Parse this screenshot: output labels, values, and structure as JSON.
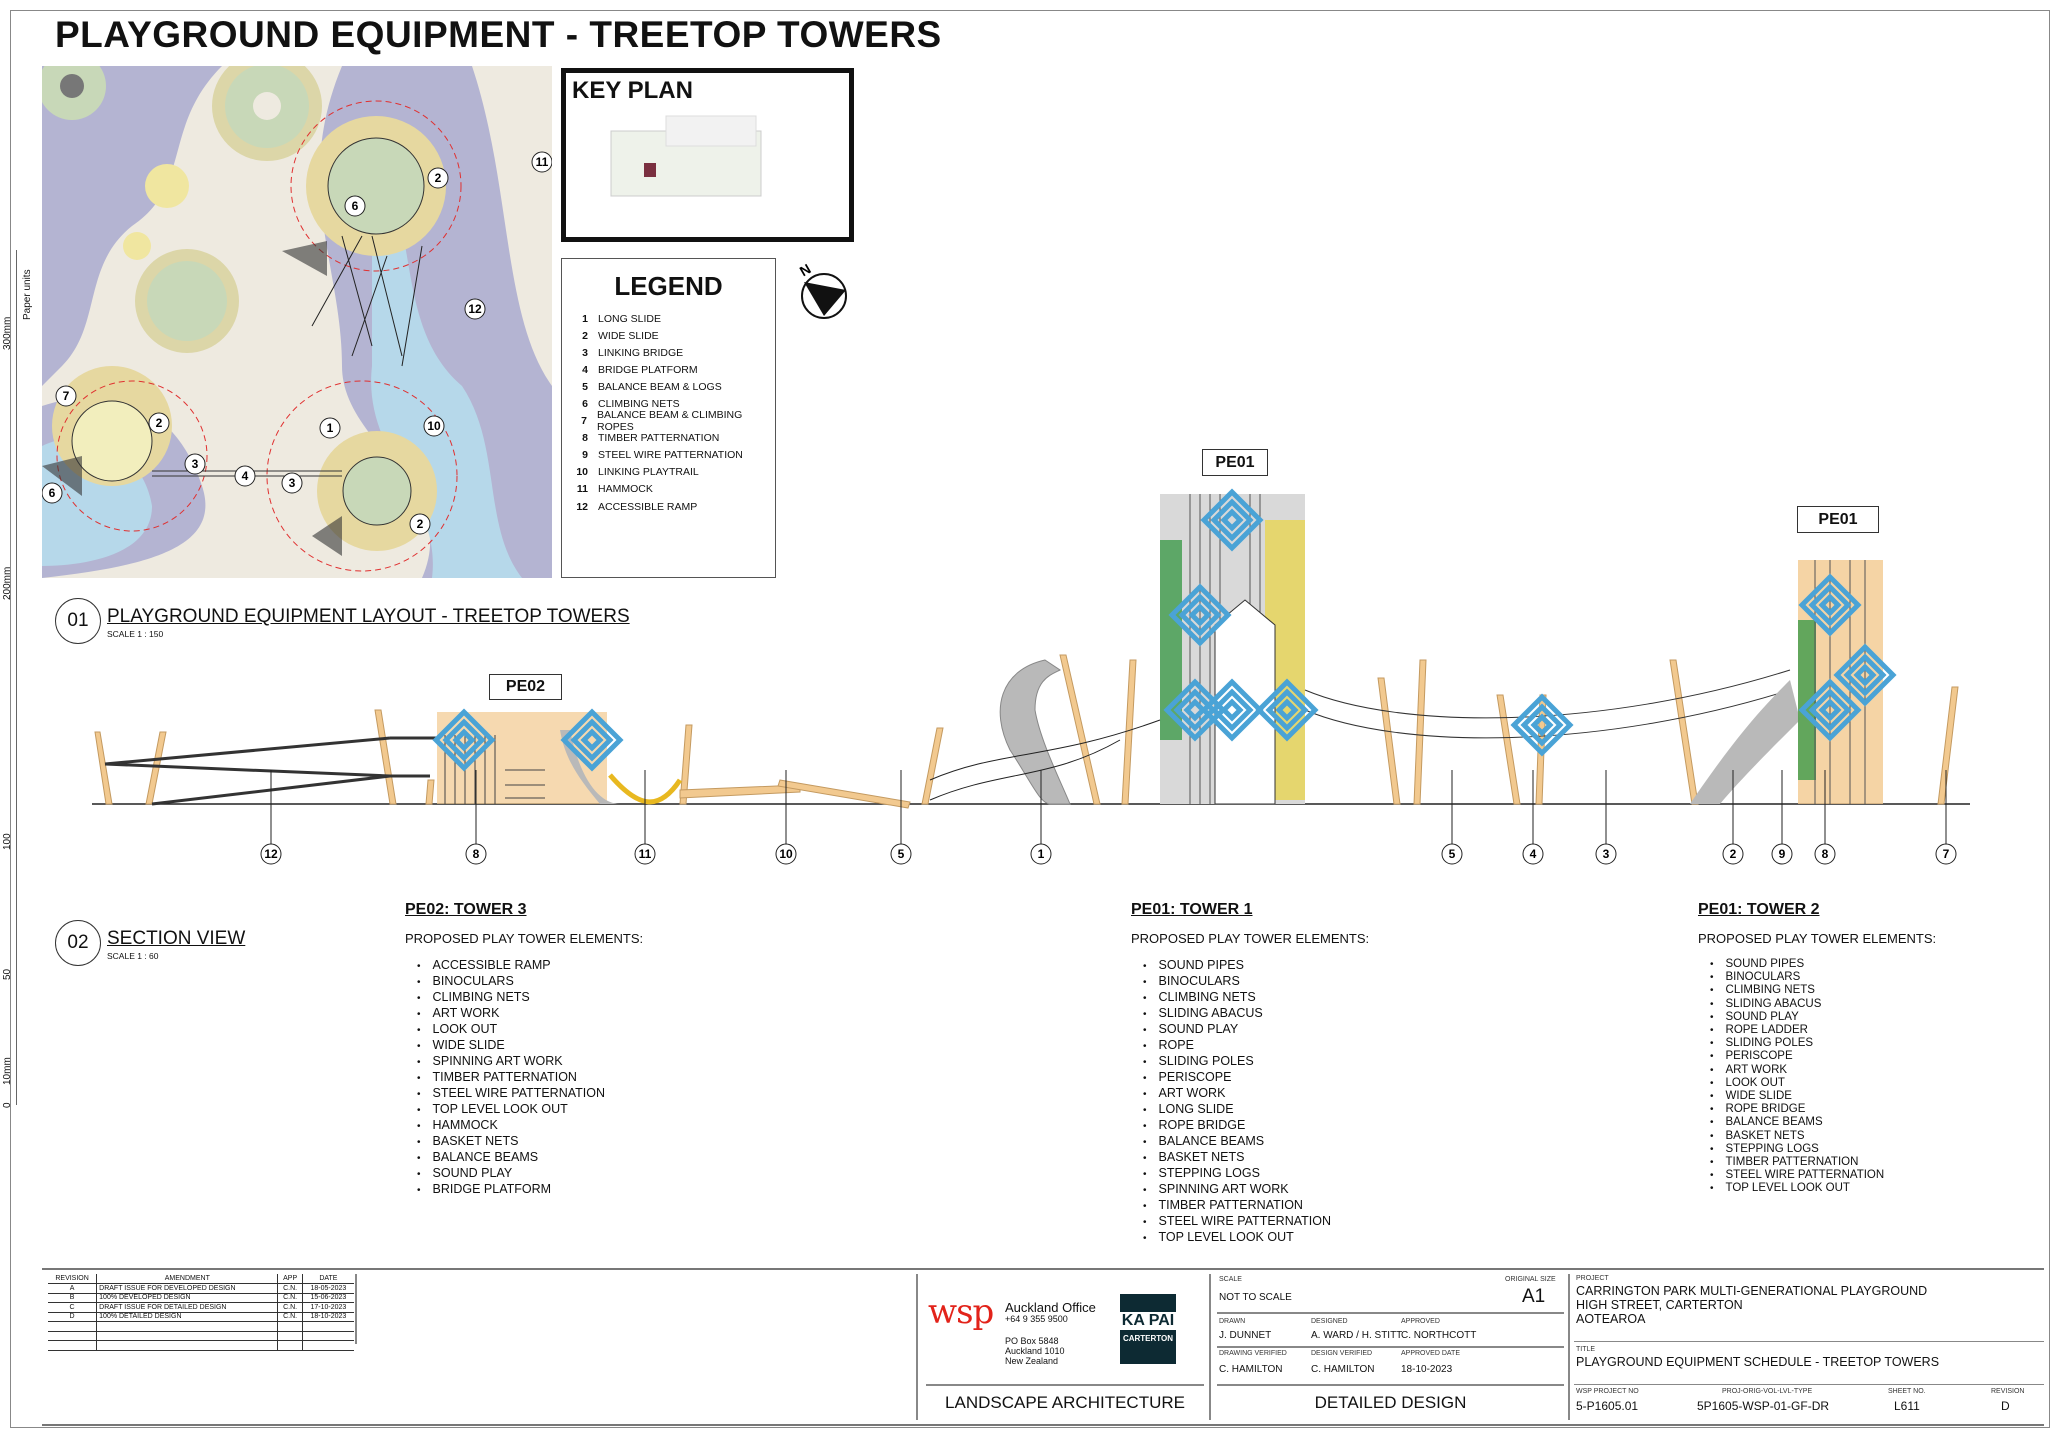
{
  "title": "PLAYGROUND EQUIPMENT - TREETOP TOWERS",
  "key_plan": {
    "label": "KEY PLAN"
  },
  "north": {
    "label": "N"
  },
  "legend": {
    "title": "LEGEND",
    "items": [
      {
        "n": "1",
        "label": "LONG SLIDE"
      },
      {
        "n": "2",
        "label": "WIDE SLIDE"
      },
      {
        "n": "3",
        "label": "LINKING BRIDGE"
      },
      {
        "n": "4",
        "label": "BRIDGE PLATFORM"
      },
      {
        "n": "5",
        "label": "BALANCE BEAM & LOGS"
      },
      {
        "n": "6",
        "label": "CLIMBING NETS"
      },
      {
        "n": "7",
        "label": "BALANCE BEAM & CLIMBING ROPES"
      },
      {
        "n": "8",
        "label": "TIMBER PATTERNATION"
      },
      {
        "n": "9",
        "label": "STEEL WIRE PATTERNATION"
      },
      {
        "n": "10",
        "label": "LINKING PLAYTRAIL"
      },
      {
        "n": "11",
        "label": "HAMMOCK"
      },
      {
        "n": "12",
        "label": "ACCESSIBLE RAMP"
      }
    ]
  },
  "plan_callouts": [
    "2",
    "11",
    "6",
    "12",
    "7",
    "2",
    "1",
    "10",
    "3",
    "4",
    "3",
    "6",
    "2"
  ],
  "section01": {
    "num": "01",
    "title": "PLAYGROUND EQUIPMENT LAYOUT - TREETOP TOWERS",
    "scale": "SCALE 1 : 150"
  },
  "section02": {
    "num": "02",
    "title": "SECTION VIEW",
    "scale": "SCALE 1 : 60"
  },
  "tags": {
    "pe02": "PE02",
    "pe01a": "PE01",
    "pe01b": "PE01"
  },
  "section_callouts": [
    "12",
    "8",
    "11",
    "10",
    "5",
    "1",
    "5",
    "4",
    "3",
    "2",
    "9",
    "8",
    "7"
  ],
  "ruler": {
    "paper_units": "Paper units",
    "l300": "300mm",
    "l200": "200mm",
    "l100": "100",
    "l50": "50",
    "l10": "10mm",
    "l0": "0"
  },
  "towers": [
    {
      "title": "PE02: TOWER 3",
      "sub": "PROPOSED PLAY TOWER ELEMENTS:",
      "items": [
        "ACCESSIBLE RAMP",
        "BINOCULARS",
        "CLIMBING NETS",
        "ART WORK",
        "LOOK OUT",
        "WIDE SLIDE",
        "SPINNING ART WORK",
        "TIMBER PATTERNATION",
        "STEEL WIRE PATTERNATION",
        "TOP LEVEL LOOK OUT",
        "HAMMOCK",
        "BASKET NETS",
        "BALANCE BEAMS",
        "SOUND PLAY",
        "BRIDGE PLATFORM"
      ]
    },
    {
      "title": "PE01: TOWER 1",
      "sub": "PROPOSED PLAY TOWER ELEMENTS:",
      "items": [
        "SOUND PIPES",
        "BINOCULARS",
        "CLIMBING NETS",
        "SLIDING ABACUS",
        "SOUND PLAY",
        "ROPE",
        "SLIDING POLES",
        "PERISCOPE",
        "ART WORK",
        "LONG SLIDE",
        "ROPE BRIDGE",
        "BALANCE BEAMS",
        "BASKET NETS",
        "STEPPING LOGS",
        "SPINNING ART WORK",
        "TIMBER PATTERNATION",
        "STEEL WIRE PATTERNATION",
        "TOP LEVEL LOOK OUT"
      ]
    },
    {
      "title": "PE01: TOWER 2",
      "sub": "PROPOSED PLAY TOWER ELEMENTS:",
      "items": [
        "SOUND PIPES",
        "BINOCULARS",
        "CLIMBING NETS",
        "SLIDING ABACUS",
        "SOUND PLAY",
        "ROPE LADDER",
        "SLIDING POLES",
        "PERISCOPE",
        "ART WORK",
        "LOOK OUT",
        "WIDE SLIDE",
        "ROPE BRIDGE",
        "BALANCE BEAMS",
        "BASKET NETS",
        "STEPPING LOGS",
        "TIMBER PATTERNATION",
        "STEEL WIRE PATTERNATION",
        "TOP LEVEL LOOK OUT"
      ]
    }
  ],
  "revisions": {
    "headers": [
      "REVISION",
      "AMENDMENT",
      "APP",
      "DATE"
    ],
    "rows": [
      [
        "A",
        "DRAFT ISSUE FOR DEVELOPED DESIGN",
        "C.N.",
        "18-05-2023"
      ],
      [
        "B",
        "100% DEVELOPED DESIGN",
        "C.N.",
        "15-06-2023"
      ],
      [
        "C",
        "DRAFT ISSUE FOR DETAILED DESIGN",
        "C.N.",
        "17-10-2023"
      ],
      [
        "D",
        "100% DETAILED DESIGN",
        "C.N.",
        "18-10-2023"
      ]
    ]
  },
  "office": {
    "logo": "wsp",
    "name": "Auckland Office",
    "phone": "+64 9 355 9500",
    "addr1": "PO Box 5848",
    "addr2": "Auckland 1010",
    "addr3": "New Zealand",
    "partner_logo_1": "KA PAI",
    "partner_logo_2": "CARTERTON",
    "discipline": "LANDSCAPE ARCHITECTURE"
  },
  "info": {
    "scale_label": "SCALE",
    "scale": "NOT TO SCALE",
    "size_label": "ORIGINAL SIZE",
    "size": "A1",
    "drawn_label": "DRAWN",
    "drawn": "J. DUNNET",
    "designed_label": "DESIGNED",
    "designed": "A. WARD / H. STITT",
    "approved_label": "APPROVED",
    "approved": "C. NORTHCOTT",
    "dv_label": "DRAWING VERIFIED",
    "dv": "C. HAMILTON",
    "desv_label": "DESIGN VERIFIED",
    "desv": "C. HAMILTON",
    "ad_label": "APPROVED DATE",
    "ad": "18-10-2023",
    "stage": "DETAILED DESIGN"
  },
  "project": {
    "label": "PROJECT",
    "line1": "CARRINGTON PARK MULTI-GENERATIONAL PLAYGROUND",
    "line2": "HIGH STREET, CARTERTON",
    "line3": "AOTEAROA",
    "title_label": "TITLE",
    "title": "PLAYGROUND EQUIPMENT SCHEDULE - TREETOP TOWERS",
    "wsp_no_label": "WSP PROJECT NO",
    "wsp_no": "5-P1605.01",
    "code_label": "PROJ-ORIG-VOL-LVL-TYPE",
    "code": "5P1605-WSP-01-GF-DR",
    "sheet_label": "SHEET NO.",
    "sheet": "L611",
    "rev_label": "REVISION",
    "rev": "D"
  },
  "colors": {
    "timber": "#f2c98f",
    "blue": "#4aa3d6",
    "green": "#3d9a4a",
    "yellow": "#e8d44a",
    "slide": "#b9b9b9",
    "wsp": "#e2231a",
    "kapai": "#0d2a33"
  }
}
